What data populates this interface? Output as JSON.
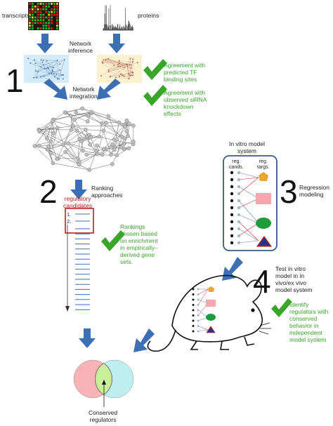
{
  "labels": {
    "transcripts": "transcripts",
    "proteins": "proteins",
    "network_inference": "Network\ninference",
    "network_integration": "Network\nintegration",
    "ranking_approaches": "Ranking\napproaches",
    "regulatory_candidates": "regulatory\ncandidates",
    "rank_1": "1.",
    "rank_2": "2.",
    "in_vitro_model_system": "In vitro model\nsystem",
    "reg_cands": "reg.\ncands.",
    "reg_targs": "reg.\ntargs.",
    "regression_modeling": "Regression\nmodeling",
    "test_in_vitro": "Test in vitro\nmodel in in\nvivo/ex vivo\nmodel system",
    "conserved_regulators": "Conserved\nregulators"
  },
  "steps": [
    "1",
    "2",
    "3",
    "4"
  ],
  "checks": {
    "tf_binding": "Agreement with\npredicted TF\nbinding sites",
    "sirna": "Agreement with\nobserved siRNA\nknockdown\neffects",
    "rankings": "Rankings\nchosen based\non enrichment\nin empirically–\nderived gene\nsets.",
    "conserved": "Identify\nregulators with\nconserved\nbehavior in\nindependent\nmodel system"
  },
  "colors": {
    "arrow_blue": "#3d6fb4",
    "check_green": "#3aa52a",
    "candidates_red": "#c0201f",
    "venn_left": "#f7b3b6",
    "venn_right": "#b8ecf0",
    "venn_overlap": "#c9ef9a",
    "transcript_net_bg": "#d4ecf9",
    "protein_net_bg": "#fbf0cf"
  }
}
